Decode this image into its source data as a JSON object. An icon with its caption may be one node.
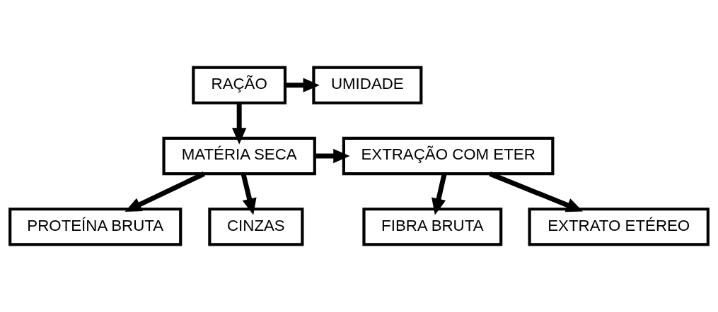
{
  "diagram": {
    "nodes": [
      {
        "text": [
          "RAÇÃO"
        ]
      },
      {
        "text": [
          "UMIDADE"
        ]
      },
      {
        "text": [
          "MATÉRIA SECA"
        ]
      },
      {
        "text": [
          "EXTRAÇÃO COM ETER"
        ]
      },
      {
        "text": [
          "PROTEÍNA BRUTA"
        ]
      },
      {
        "text": [
          "CINZAS"
        ]
      },
      {
        "text": [
          "FIBRA BRUTA"
        ]
      },
      {
        "text": [
          "EXTRATO ETÉREO"
        ]
      }
    ],
    "edges": [
      {
        "from": 0,
        "to": 2,
        "arrow": "to"
      },
      {
        "from": 0,
        "to": 1,
        "arrow": "to"
      },
      {
        "from": 2,
        "to": 3,
        "arrow": "to"
      },
      {
        "from": 2,
        "to": 4,
        "arrow": "to"
      },
      {
        "from": 2,
        "to": 5,
        "arrow": "to"
      },
      {
        "from": 3,
        "to": 6,
        "arrow": "to"
      },
      {
        "from": 3,
        "to": 7,
        "arrow": "to"
      }
    ]
  }
}
